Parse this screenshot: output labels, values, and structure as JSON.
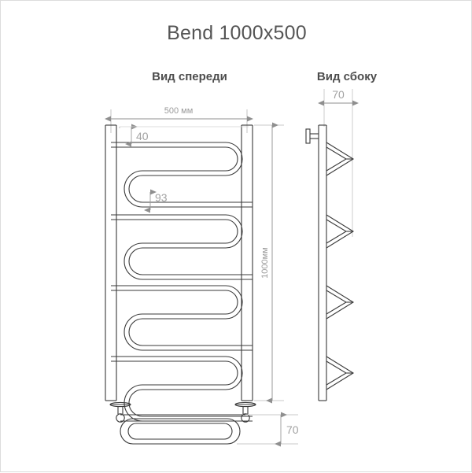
{
  "page": {
    "title": "Bend 1000x500",
    "background_color": "#ffffff",
    "line_color": "#3a3a3a",
    "dim_color": "#a2a2a2",
    "border_color": "#dcdcdc"
  },
  "views": {
    "front": {
      "label": "Вид спереди"
    },
    "side": {
      "label": "Вид сбоку"
    }
  },
  "dimensions": {
    "width_top": "500 мм",
    "offset_top": "40",
    "pitch": "93",
    "height_right": "1000мм",
    "depth_side": "70",
    "bottom_offset": "70"
  },
  "product": {
    "model": "Bend",
    "size": "1000x500",
    "rails": 4,
    "side_zigzags": 4
  }
}
